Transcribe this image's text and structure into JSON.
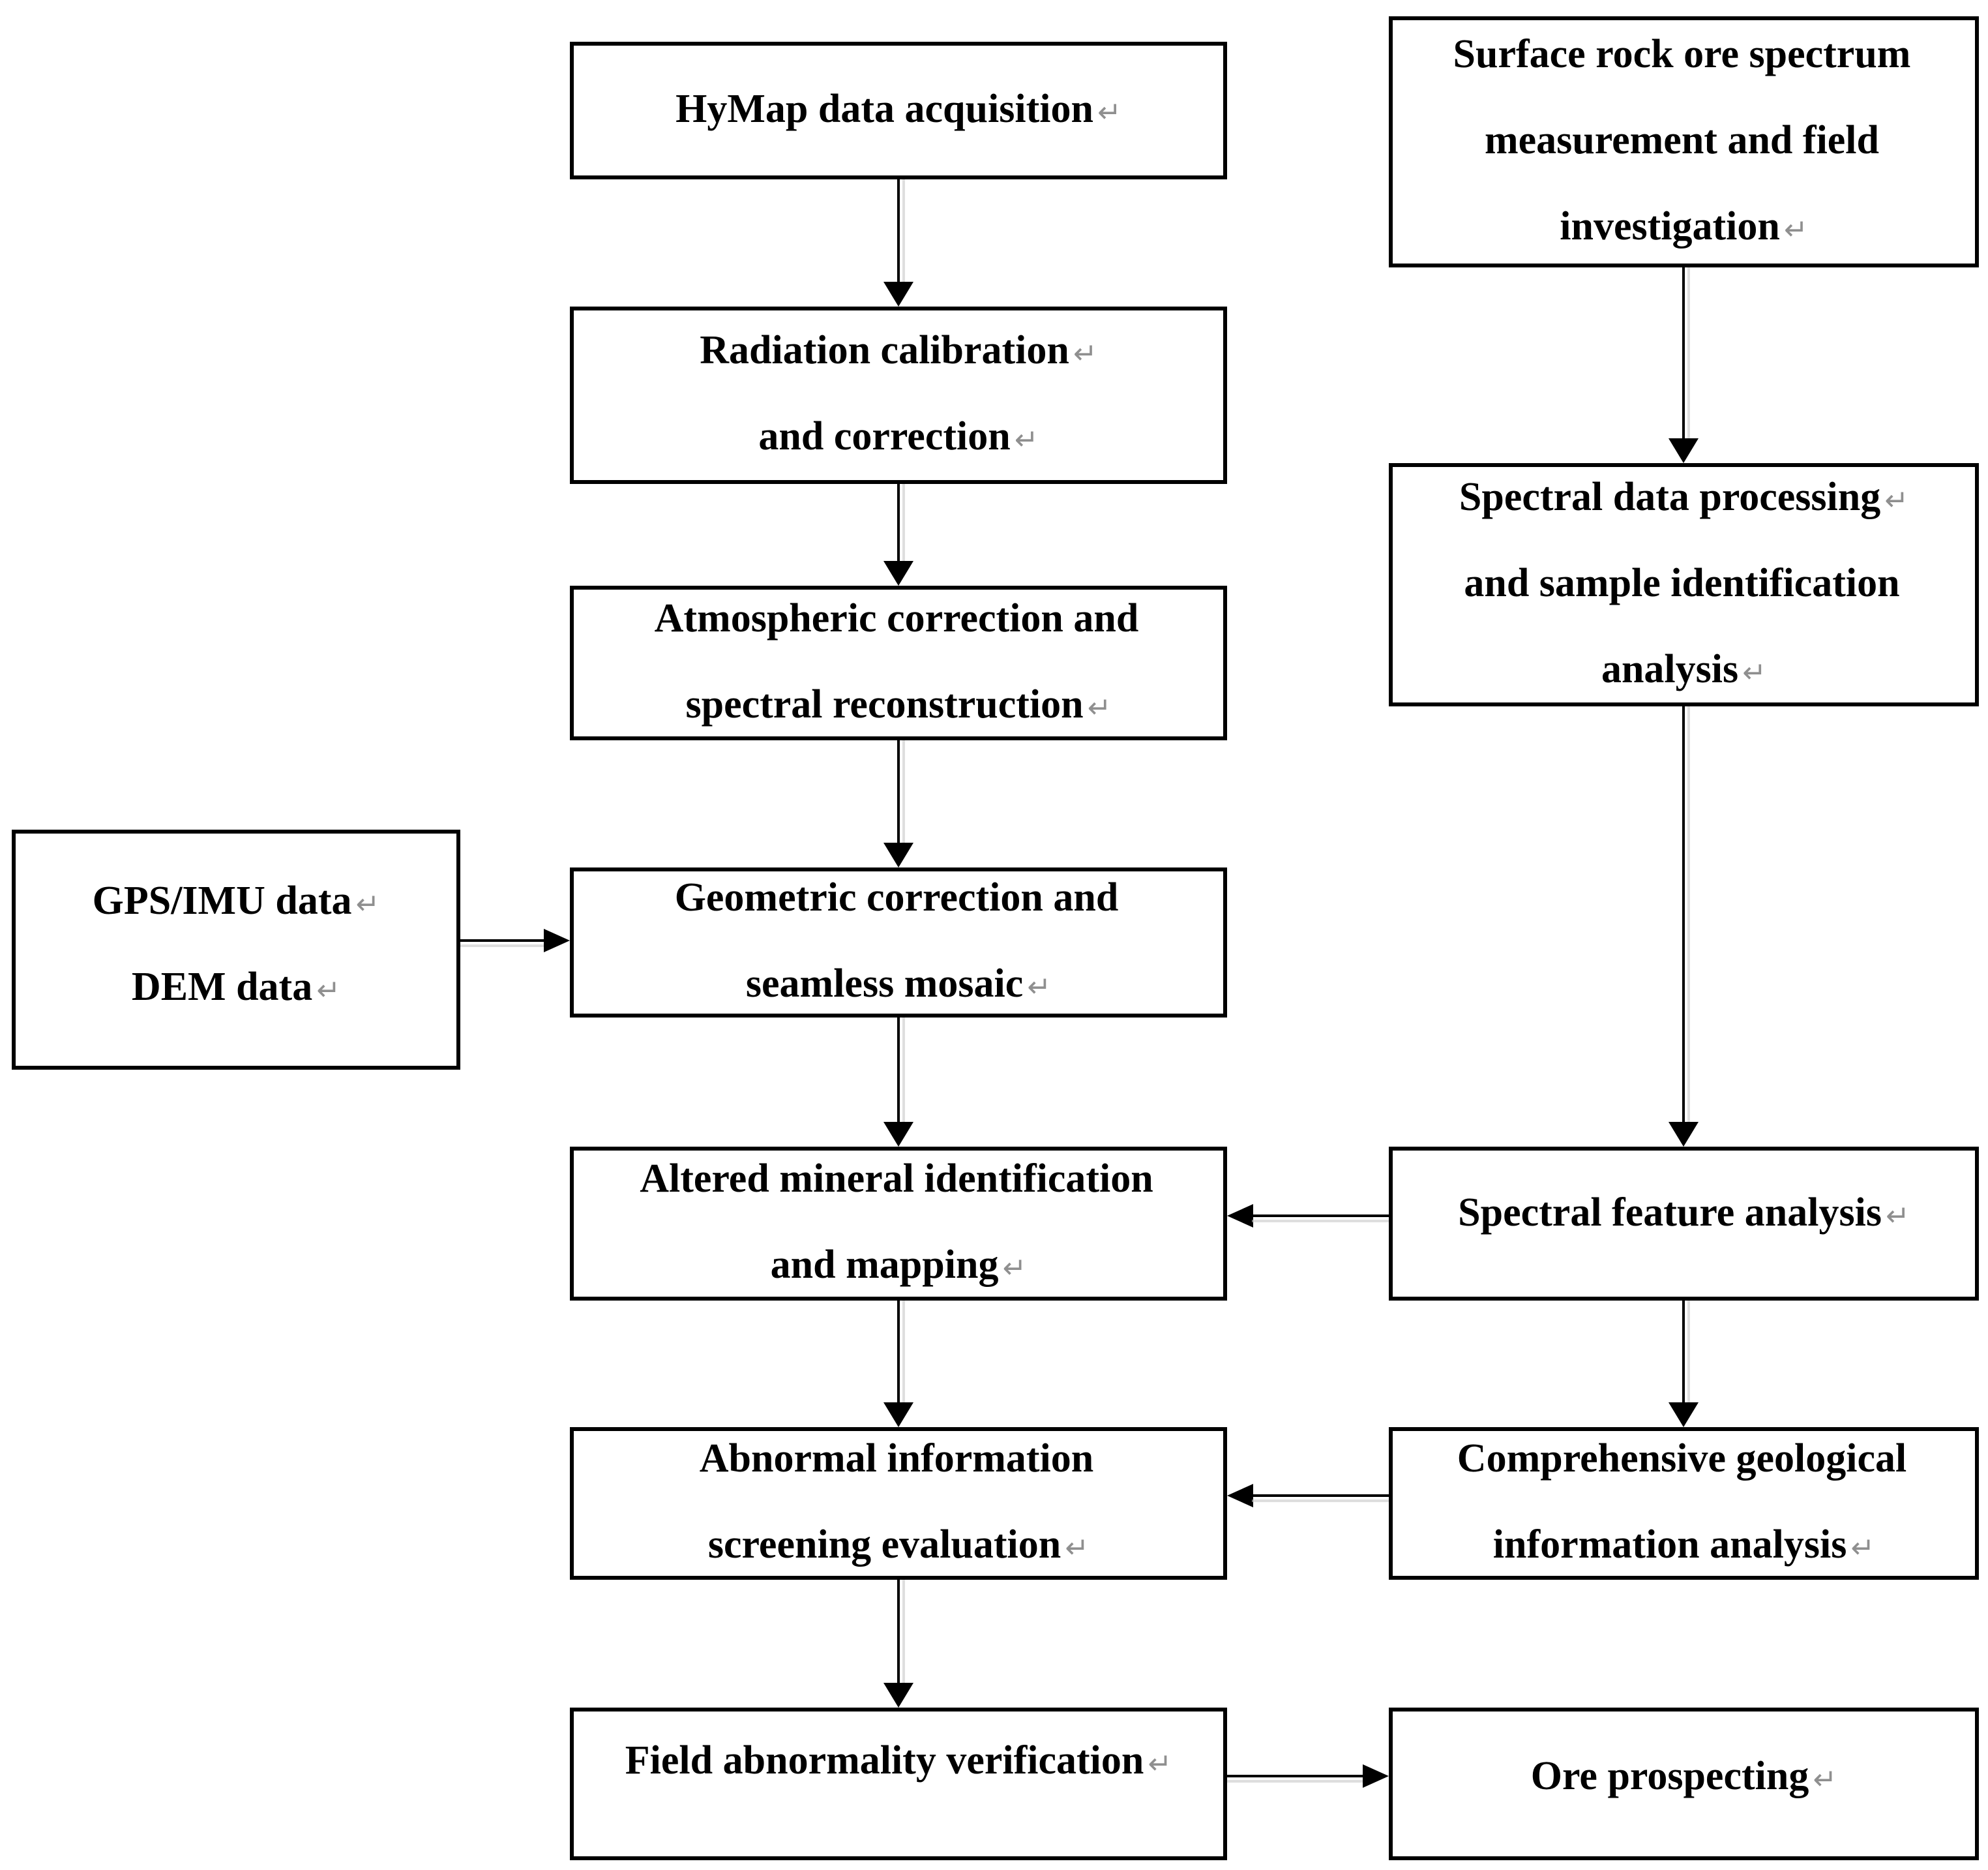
{
  "figure": {
    "type": "flowchart",
    "background": "#ffffff",
    "line_color": "#000000",
    "text_color": "#000000",
    "return_mark_color": "#8f8f8f",
    "return_mark_char": "↵"
  },
  "boxes": {
    "hymap": {
      "lines": [
        {
          "t": "HyMap data acquisition",
          "m": "↵"
        }
      ]
    },
    "radiation": {
      "lines": [
        {
          "t": "Radiation calibration",
          "m": "↵"
        },
        {
          "t": "and correction",
          "m": "↵"
        }
      ]
    },
    "atmospheric": {
      "lines": [
        {
          "t": "Atmospheric correction and",
          "m": ""
        },
        {
          "t": "spectral reconstruction",
          "m": "↵"
        }
      ]
    },
    "gps_dem": {
      "lines": [
        {
          "t": "GPS/IMU data",
          "m": "↵"
        },
        {
          "t": "DEM data",
          "m": "↵"
        }
      ]
    },
    "geometric": {
      "lines": [
        {
          "t": "Geometric correction and",
          "m": ""
        },
        {
          "t": "seamless mosaic",
          "m": "↵"
        }
      ]
    },
    "altered": {
      "lines": [
        {
          "t": "Altered mineral identification",
          "m": ""
        },
        {
          "t": "and mapping",
          "m": "↵"
        }
      ]
    },
    "abnormal": {
      "lines": [
        {
          "t": "Abnormal information",
          "m": ""
        },
        {
          "t": "screening evaluation",
          "m": "↵"
        }
      ]
    },
    "field": {
      "lines": [
        {
          "t": "Field abnormality verification",
          "m": "↵"
        }
      ]
    },
    "surface": {
      "lines": [
        {
          "t": "Surface rock ore spectrum",
          "m": ""
        },
        {
          "t": "measurement and field",
          "m": ""
        },
        {
          "t": "investigation",
          "m": "↵"
        }
      ]
    },
    "spectral_processing": {
      "lines": [
        {
          "t": "Spectral data processing",
          "m": "↵"
        },
        {
          "t": "and sample identification",
          "m": ""
        },
        {
          "t": "analysis",
          "m": "↵"
        }
      ]
    },
    "spectral_feature": {
      "lines": [
        {
          "t": "Spectral feature analysis",
          "m": "↵"
        }
      ]
    },
    "comprehensive": {
      "lines": [
        {
          "t": "Comprehensive geological",
          "m": ""
        },
        {
          "t": "information analysis",
          "m": "↵"
        }
      ]
    },
    "ore": {
      "lines": [
        {
          "t": "Ore prospecting",
          "m": "↵"
        }
      ]
    }
  }
}
